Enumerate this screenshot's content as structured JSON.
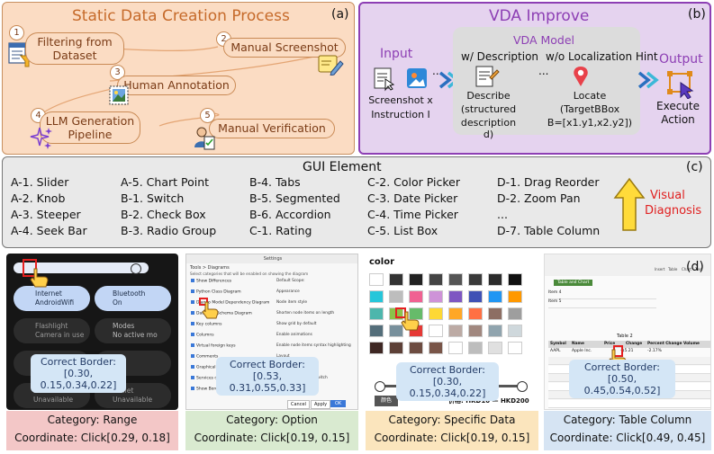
{
  "panel_a": {
    "title": "Static Data Creation Process",
    "tag": "(a)",
    "steps": [
      {
        "num": "1",
        "label": "Filtering from Dataset"
      },
      {
        "num": "2",
        "label": "Manual Screenshot"
      },
      {
        "num": "3",
        "label": "Human Annotation"
      },
      {
        "num": "4",
        "label": "LLM Generation Pipeline"
      },
      {
        "num": "5",
        "label": "Manual Verification"
      }
    ]
  },
  "panel_b": {
    "title": "VDA Improve",
    "tag": "(b)",
    "input_label": "Input",
    "input_caption_1": "Screenshot x",
    "input_caption_2": "Instruction I",
    "model_label": "VDA Model",
    "with_desc": "w/ Description",
    "without_hint": "w/o Localization Hint",
    "describe_1": "Describe",
    "describe_2": "(structured",
    "describe_3": "description d)",
    "locate_1": "Locate",
    "locate_2": "(TargetBBox",
    "locate_3": "B=[x1.y1,x2.y2])",
    "output_label": "Output",
    "execute_1": "Execute",
    "execute_2": "Action",
    "dots": "..."
  },
  "panel_c": {
    "title": "GUI Element",
    "tag": "(c)",
    "columns": [
      [
        "A-1. Slider",
        "A-2. Knob",
        "A-3. Steeper",
        "A-4. Seek Bar"
      ],
      [
        "A-5. Chart Point",
        "B-1. Switch",
        "B-2. Check Box",
        "B-3.  Radio Group"
      ],
      [
        "B-4. Tabs",
        "B-5. Segmented",
        "B-6. Accordion",
        "C-1. Rating"
      ],
      [
        "C-2. Color Picker",
        "C-3. Date Picker",
        "C-4. Time Picker",
        "C-5. List Box"
      ],
      [
        "D-1. Drag Reorder",
        "D-2. Zoom Pan",
        "...",
        "D-7. Table Column"
      ]
    ],
    "visual_1": "Visual",
    "visual_2": "Diagnosis"
  },
  "panel_d": {
    "tag": "(d)",
    "examples": [
      {
        "category": "Category: Range",
        "coordinate": "Coordinate: Click[0.29, 0.18]",
        "border_1": "Correct Border:",
        "border_2": "[0.30, 0.15,0.34,0.22]",
        "bg": "#f3c7c7"
      },
      {
        "category": "Category: Option",
        "coordinate": "Coordinate: Click[0.19, 0.15]",
        "border_1": "Correct Border:",
        "border_2": "[0.53, 0.31,0.55,0.33]",
        "bg": "#d9ead0"
      },
      {
        "category": "Category: Specific Data",
        "coordinate": "Coordinate: Click[0.19, 0.15]",
        "border_1": "Correct Border:",
        "border_2": "[0.30, 0.15,0.34,0.22]",
        "bg": "#fbe5bd"
      },
      {
        "category": "Category: Table Column",
        "coordinate": "Coordinate: Click[0.49, 0.45]",
        "border_1": "Correct Border:",
        "border_2": "[0.50, 0.45,0.54,0.52]",
        "bg": "#d6e4f3"
      }
    ],
    "phone": {
      "tile1_title": "Internet",
      "tile1_sub": "AndroidWifi",
      "tile2_title": "Bluetooth",
      "tile2_sub": "On",
      "tile3_title": "Flashlight",
      "tile3_sub": "Camera in use",
      "tile4_title": "Modes",
      "tile4_sub": "No active mo",
      "tile5_title": "Device contr",
      "tile5_sub": "Unavailable",
      "tile6_title": "Wallet",
      "tile6_sub": "Unavailable"
    },
    "settings": {
      "title": "Settings",
      "breadcrumb": "Tools > Diagrams",
      "desc": "Select categories that will be enabled on showing the diagram",
      "items": [
        "Show Differences",
        "Python Class Diagram",
        "Django Model Dependency Diagram",
        "Database Schema Diagram",
        "Key columns",
        "Columns",
        "Virtual foreign keys",
        "Comments",
        "Graphical Editor",
        "Services diagram",
        "Show Borders"
      ],
      "right": [
        "Default Scope:",
        "Appearance",
        "Node item style",
        "Shorten node items on length",
        "Show grid by default",
        "Enable animations",
        "Enable node items syntax highlighting",
        "Layout",
        "Default Layout:",
        "Layout on category switch"
      ],
      "cancel": "Cancel",
      "apply": "Apply",
      "ok": "OK"
    },
    "color_picker": {
      "title": "color",
      "tag_label": "颜色",
      "range": "价格: HKD10 — HKD200"
    },
    "table_shot": {
      "ribbon": "Table and Chart",
      "row1": "Item 4",
      "row2": "Item 5",
      "table_title": "Table 2",
      "headers": [
        "Symbol",
        "Name",
        "Price",
        "Change",
        "Percent Change",
        "Volume"
      ],
      "row_symbol": "AAPL",
      "row_name": "Apple Inc.",
      "row_change": "-$5.21",
      "row_pct": "-2.17%",
      "toolbar": [
        "Insert",
        "Table",
        "Chart",
        "Text"
      ]
    }
  }
}
